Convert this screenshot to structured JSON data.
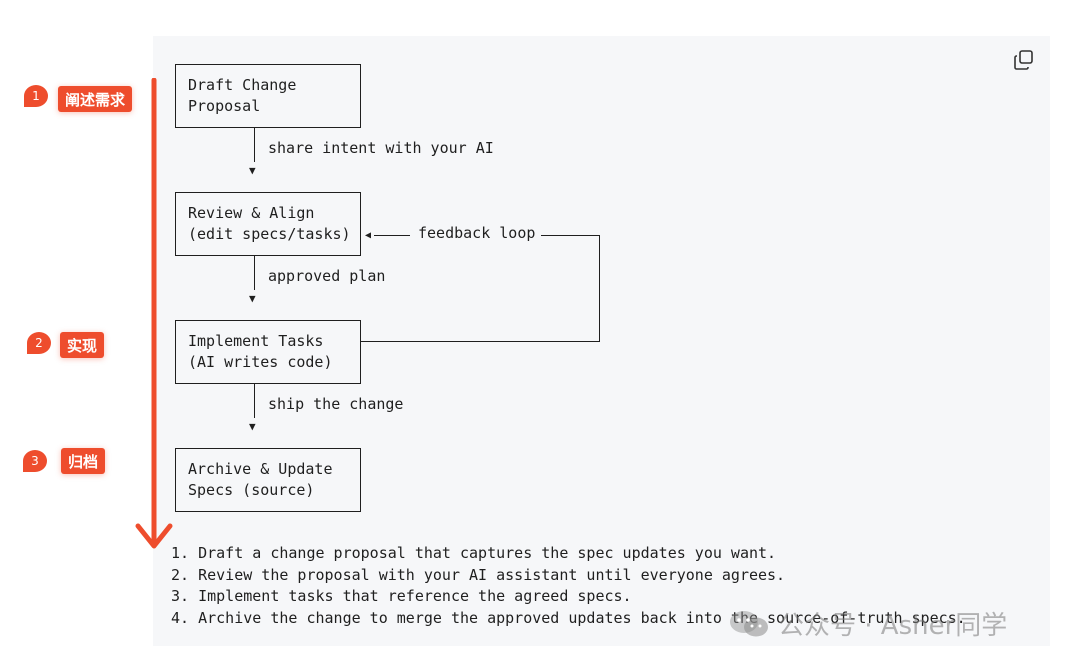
{
  "code_block": {
    "copy_icon": "copy-icon",
    "boxes": [
      {
        "line1": "Draft Change",
        "line2": "Proposal"
      },
      {
        "line1": "Review & Align",
        "line2": "(edit specs/tasks)"
      },
      {
        "line1": "Implement Tasks",
        "line2": "(AI writes code)"
      },
      {
        "line1": "Archive & Update",
        "line2": "Specs (source)"
      }
    ],
    "edges": {
      "e1": "share intent with your AI",
      "e2": "approved plan",
      "e3": "ship the change",
      "loop": "feedback loop"
    },
    "notes": [
      "1. Draft a change proposal that captures the spec updates you want.",
      "2. Review the proposal with your AI assistant until everyone agrees.",
      "3. Implement tasks that reference the agreed specs.",
      "4. Archive the change to merge the approved updates back into the source-of-truth specs."
    ]
  },
  "annotations": {
    "color": "#ee4d2d",
    "steps": [
      {
        "number": "1",
        "label": "阐述需求"
      },
      {
        "number": "2",
        "label": "实现"
      },
      {
        "number": "3",
        "label": "归档"
      }
    ]
  },
  "watermark": {
    "text": "公众号 · Asher同学"
  }
}
